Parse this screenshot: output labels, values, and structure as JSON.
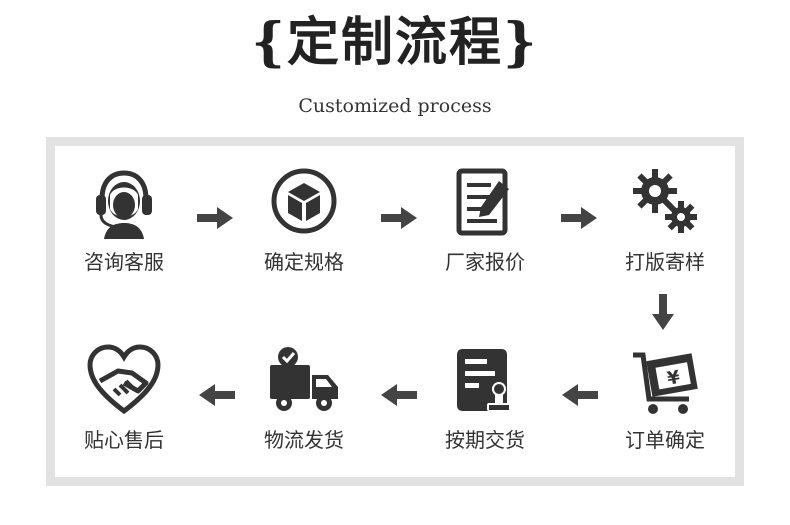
{
  "header": {
    "title": "{定制流程}",
    "subtitle": "Customized process"
  },
  "steps": [
    {
      "label": "咨询客服",
      "icon": "customer-service-headset-icon"
    },
    {
      "label": "确定规格",
      "icon": "box-icon"
    },
    {
      "label": "厂家报价",
      "icon": "document-edit-icon"
    },
    {
      "label": "打版寄样",
      "icon": "gears-icon"
    },
    {
      "label": "订单确定",
      "icon": "cart-yuan-icon"
    },
    {
      "label": "按期交货",
      "icon": "stamp-document-icon"
    },
    {
      "label": "物流发货",
      "icon": "delivery-truck-icon"
    },
    {
      "label": "贴心售后",
      "icon": "heart-handshake-icon"
    }
  ],
  "colors": {
    "icon": "#333333",
    "arrow": "#444444",
    "frame": "#e2e2e2"
  }
}
